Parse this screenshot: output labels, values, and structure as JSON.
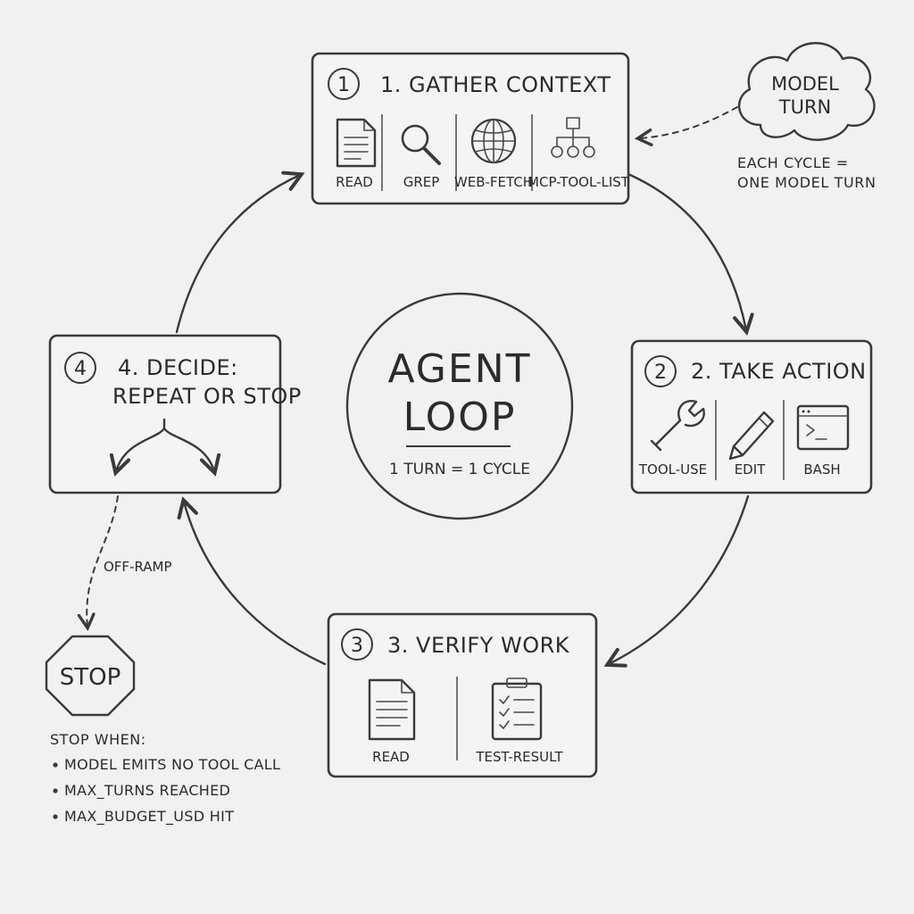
{
  "center": {
    "title_line1": "AGENT",
    "title_line2": "LOOP",
    "subtitle": "1 TURN = 1 CYCLE"
  },
  "steps": [
    {
      "number": "1",
      "title": "1. GATHER CONTEXT",
      "tools": [
        "READ",
        "GREP",
        "WEB-FETCH",
        "MCP-TOOL-LIST"
      ]
    },
    {
      "number": "2",
      "title": "2. TAKE ACTION",
      "tools": [
        "TOOL-USE",
        "EDIT",
        "BASH"
      ]
    },
    {
      "number": "3",
      "title": "3. VERIFY WORK",
      "tools": [
        "READ",
        "TEST-RESULT"
      ]
    },
    {
      "number": "4",
      "title_line1": "4. DECIDE:",
      "title_line2": "REPEAT OR STOP"
    }
  ],
  "cloud": {
    "line1": "MODEL",
    "line2": "TURN",
    "note_line1": "EACH CYCLE =",
    "note_line2": "ONE MODEL TURN"
  },
  "off_ramp": {
    "label": "OFF-RAMP",
    "stop_sign": "STOP"
  },
  "stop_when": {
    "heading": "STOP WHEN:",
    "items": [
      "MODEL EMITS NO TOOL CALL",
      "MAX_TURNS REACHED",
      "MAX_BUDGET_USD HIT"
    ]
  }
}
